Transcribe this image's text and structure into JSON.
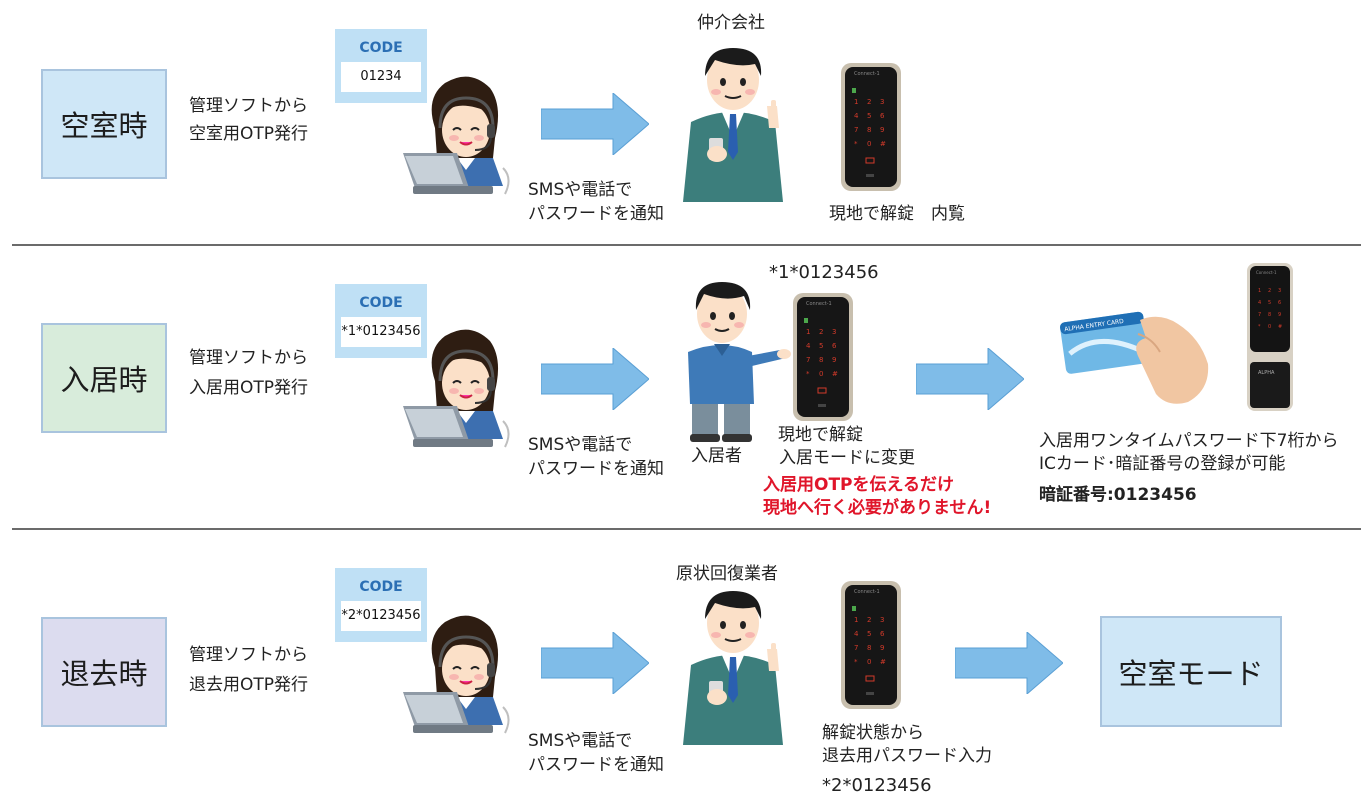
{
  "rows": [
    {
      "label": "空室時",
      "desc1": "管理ソフトから",
      "desc2": "空室用OTP発行",
      "code_title": "CODE",
      "code_value": "01234",
      "notify1": "SMSや電話で",
      "notify2": "パスワードを通知",
      "person_title": "仲介会社",
      "action1": "現地で解錠　内覧"
    },
    {
      "label": "入居時",
      "desc1": "管理ソフトから",
      "desc2": "入居用OTP発行",
      "code_title": "CODE",
      "code_value": "*1*0123456",
      "notify1": "SMSや電話で",
      "notify2": "パスワードを通知",
      "lock_code": "*1*0123456",
      "person_label": "入居者",
      "action1": "現地で解錠",
      "action2": "入居モードに変更",
      "alert1": "入居用OTPを伝えるだけ",
      "alert2": "現地へ行く必要がありません!",
      "result1": "入居用ワンタイムパスワード下7桁から",
      "result2": "ICカード･暗証番号の登録が可能",
      "pin_label": "暗証番号:0123456",
      "card_text": "ALPHA ENTRY CARD",
      "lock_brand": "ALPHA"
    },
    {
      "label": "退去時",
      "desc1": "管理ソフトから",
      "desc2": "退去用OTP発行",
      "code_title": "CODE",
      "code_value": "*2*0123456",
      "notify1": "SMSや電話で",
      "notify2": "パスワードを通知",
      "person_title": "原状回復業者",
      "action1": "解錠状態から",
      "action2": "退去用パスワード入力",
      "code_after": "*2*0123456",
      "end_label": "空室モード"
    }
  ],
  "keypad": [
    "1",
    "2",
    "3",
    "4",
    "5",
    "6",
    "7",
    "8",
    "9",
    "*",
    "0",
    "#"
  ],
  "lock_model": "Connect-1",
  "colors": {
    "vacant": "#cfe7f7",
    "movein": "#d8ecdb",
    "moveout": "#dcdcef",
    "arrow": "#7fbce8",
    "alert": "#e0152a"
  }
}
